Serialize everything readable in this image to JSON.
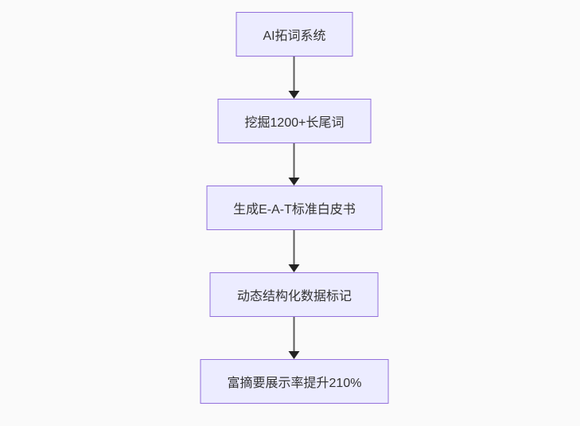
{
  "diagram": {
    "type": "flowchart",
    "direction": "top-down",
    "colors": {
      "background": "#fafafa",
      "node_fill": "#ececff",
      "node_border": "#9370db",
      "edge_line": "#5c5c5c",
      "arrowhead": "#222222",
      "text": "#333333"
    },
    "nodes": [
      {
        "id": "A",
        "label": "AI拓词系统"
      },
      {
        "id": "B",
        "label": "挖掘1200+长尾词"
      },
      {
        "id": "C",
        "label": "生成E-A-T标准白皮书"
      },
      {
        "id": "D",
        "label": "动态结构化数据标记"
      },
      {
        "id": "E",
        "label": "富摘要展示率提升210%"
      }
    ],
    "edges": [
      {
        "from": "A",
        "to": "B"
      },
      {
        "from": "B",
        "to": "C"
      },
      {
        "from": "C",
        "to": "D"
      },
      {
        "from": "D",
        "to": "E"
      }
    ]
  }
}
